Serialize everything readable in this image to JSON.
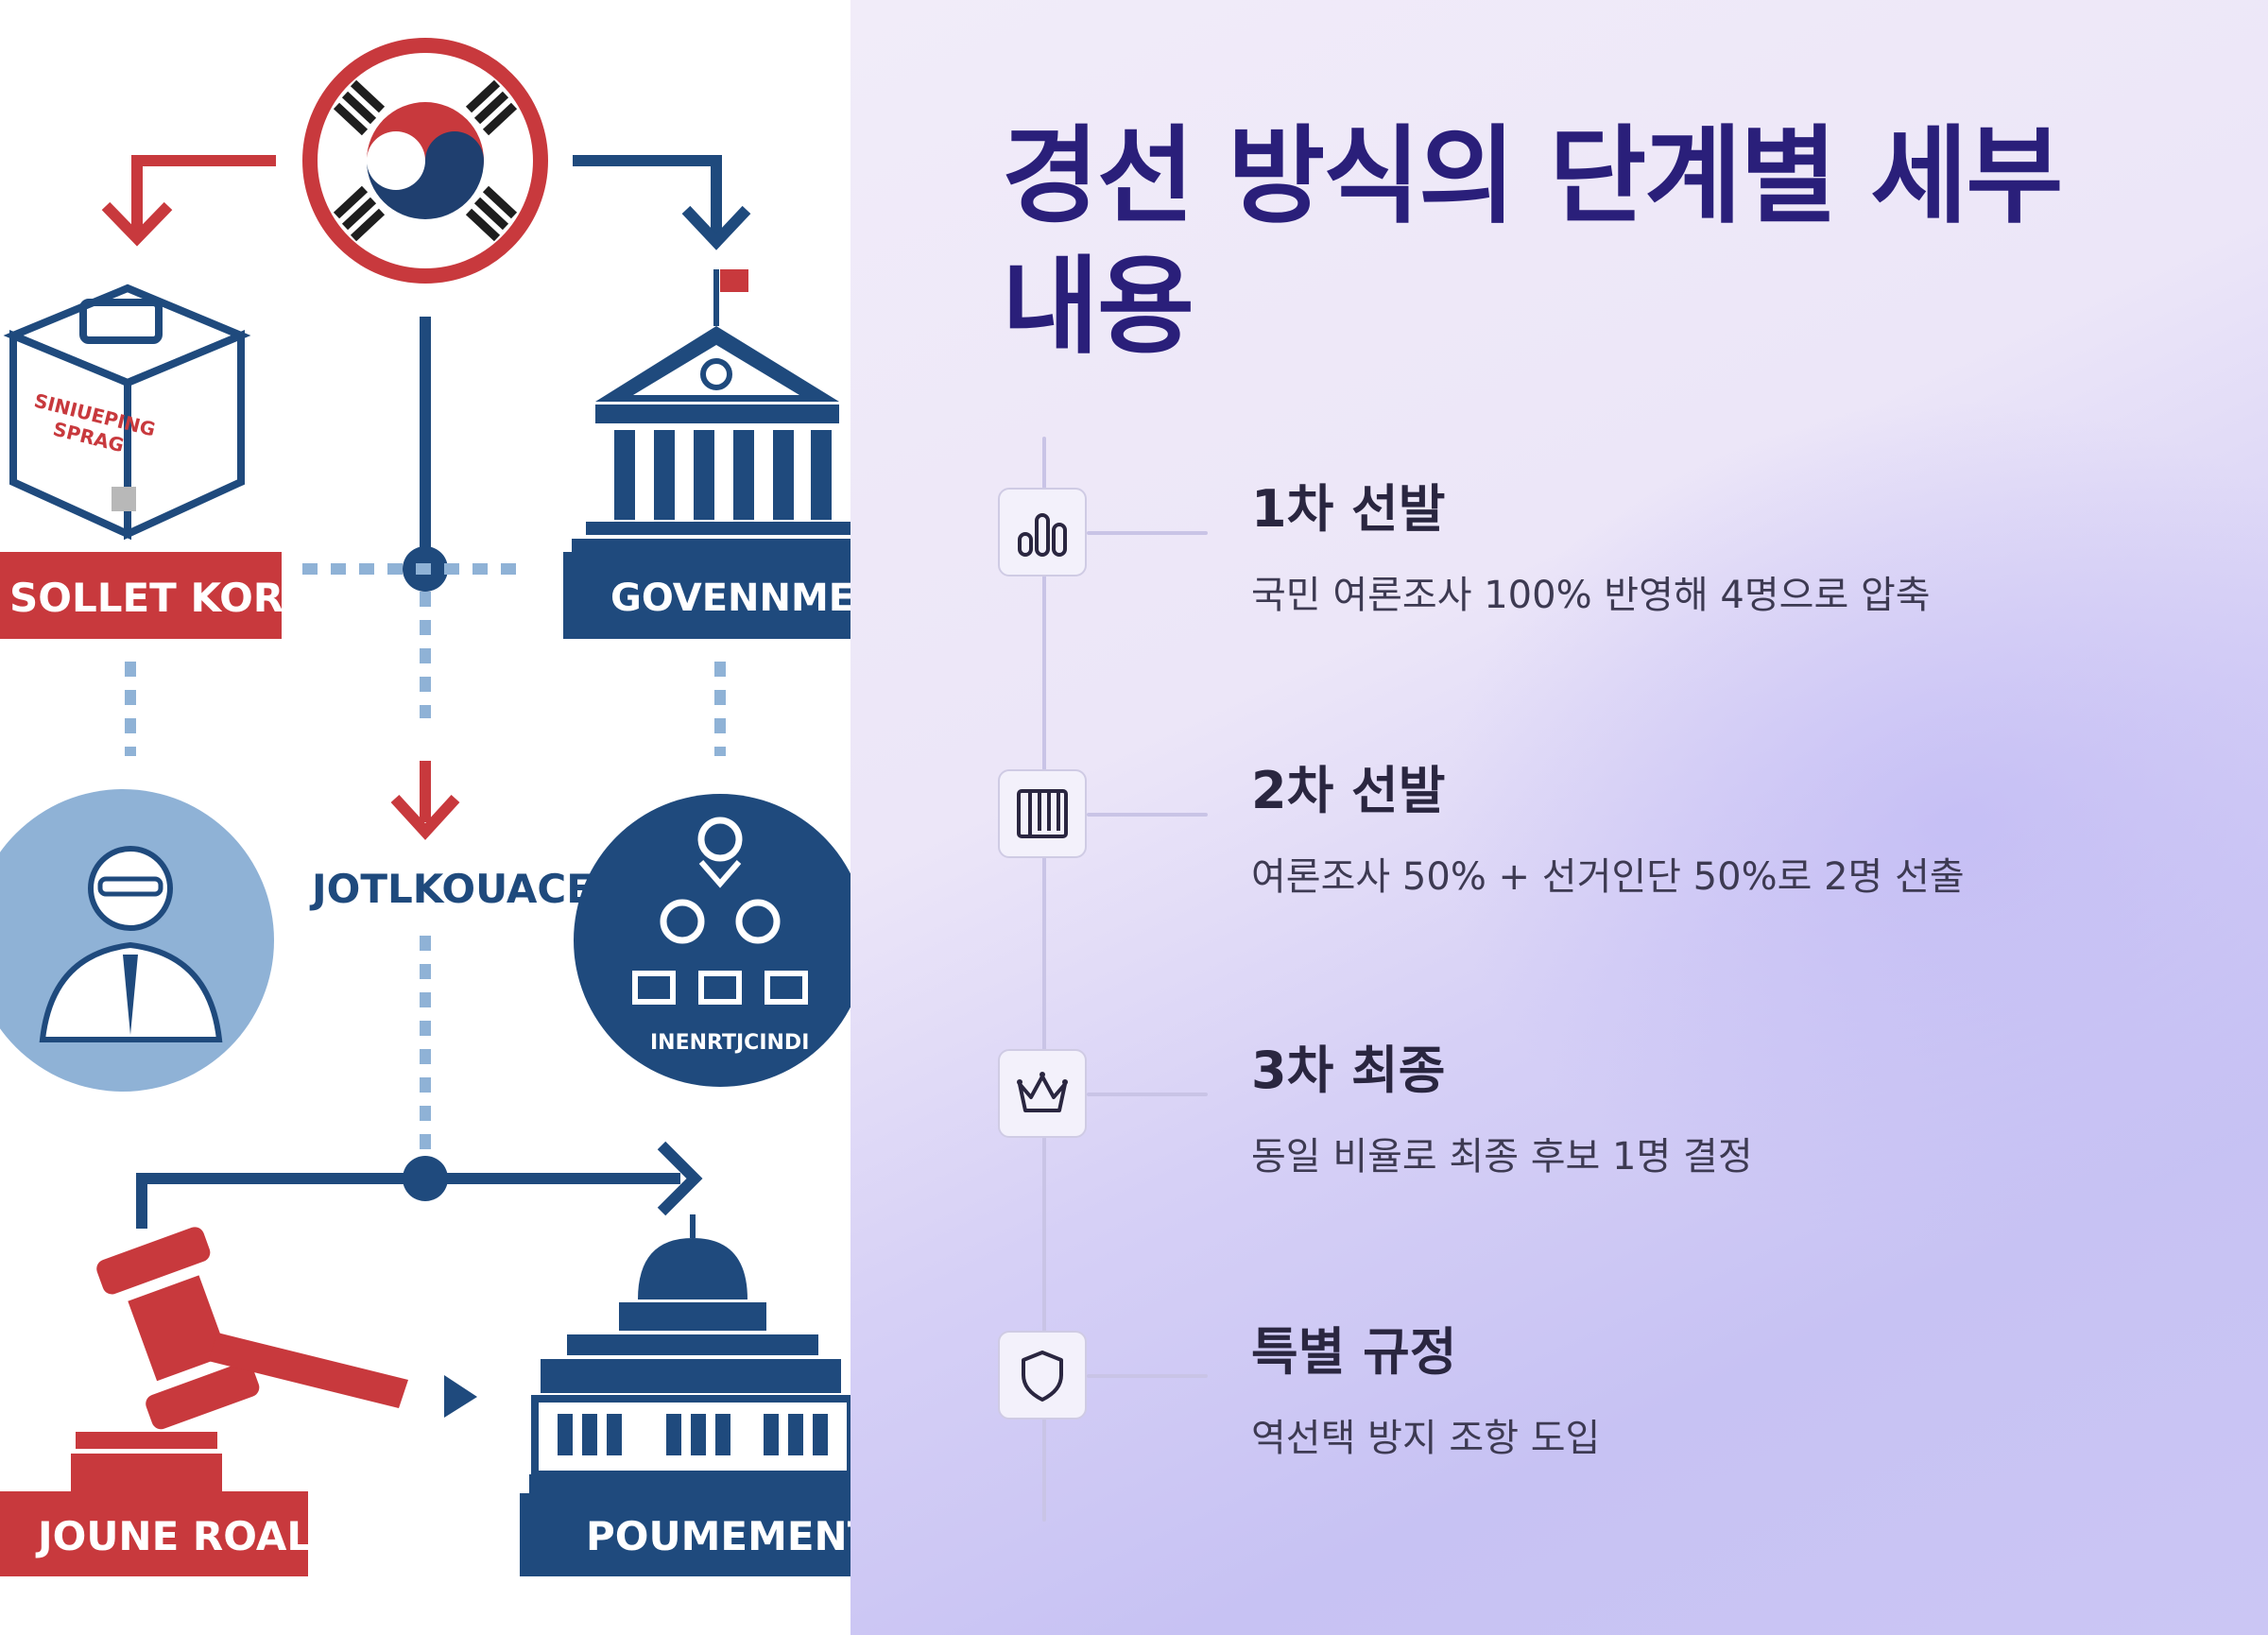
{
  "illustration": {
    "box_text": "SINIUEPING\nSPRAG",
    "box_text_line1": "SINIUEPING",
    "box_text_line2": "SPRAG",
    "label_top_left": "SOLLET KORW",
    "label_top_right": "GOVENNMENT",
    "label_center": "JOTLKOUACE",
    "label_people": "INENRTJCINDI",
    "label_bottom_left": "JOUNE ROALE",
    "label_bottom_right": "POUMEMENT",
    "colors": {
      "red": "#c8393d",
      "navy": "#1f4a7d",
      "light_blue": "#8fb2d6"
    }
  },
  "title": "경선 방식의 단계별 세부 내용",
  "title_line1": "경선 방식의 단계별 세부",
  "title_line2": "내용",
  "steps": [
    {
      "icon": "bar-chart-icon",
      "title": "1차 선발",
      "desc": "국민 여론조사 100% 반영해 4명으로 압축"
    },
    {
      "icon": "columns-icon",
      "title": "2차 선발",
      "desc": "여론조사 50% + 선거인단 50%로 2명 선출"
    },
    {
      "icon": "crown-icon",
      "title": "3차 최종",
      "desc": "동일 비율로 최종 후보 1명 결정"
    },
    {
      "icon": "shield-icon",
      "title": "특별 규정",
      "desc": "역선택 방지 조항 도입"
    }
  ],
  "colors": {
    "title": "#2a1f7a",
    "text": "#2a2640",
    "timeline": "#c9c4e6"
  }
}
